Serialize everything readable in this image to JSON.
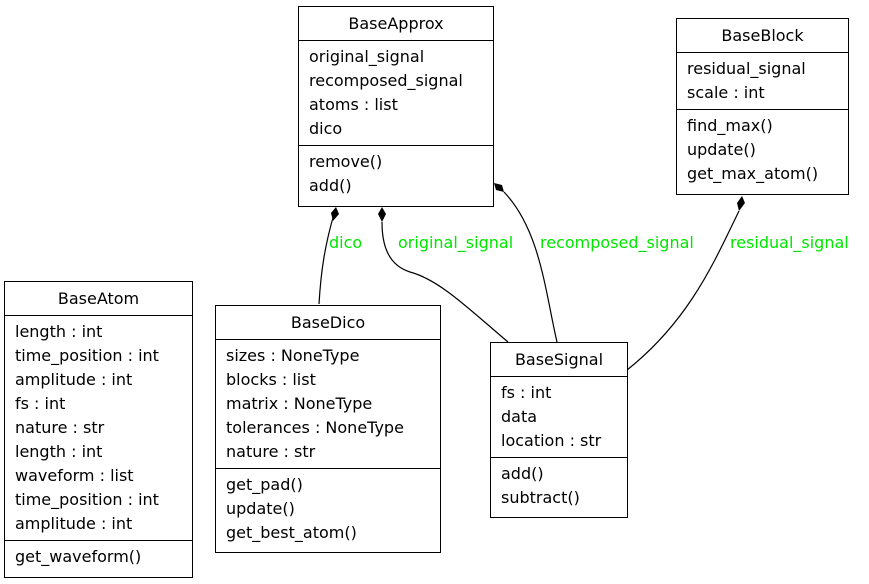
{
  "classes": {
    "base_approx": {
      "name": "BaseApprox",
      "attributes": [
        "original_signal",
        "recomposed_signal",
        "atoms : list",
        "dico"
      ],
      "methods": [
        "remove()",
        "add()"
      ]
    },
    "base_block": {
      "name": "BaseBlock",
      "attributes": [
        "residual_signal",
        "scale : int"
      ],
      "methods": [
        "find_max()",
        "update()",
        "get_max_atom()"
      ]
    },
    "base_atom": {
      "name": "BaseAtom",
      "attributes": [
        "length : int",
        "time_position : int",
        "amplitude : int",
        "fs : int",
        "nature : str",
        "length : int",
        "waveform : list",
        "time_position : int",
        "amplitude : int"
      ],
      "methods": [
        "get_waveform()"
      ]
    },
    "base_dico": {
      "name": "BaseDico",
      "attributes": [
        "sizes : NoneType",
        "blocks : list",
        "matrix : NoneType",
        "tolerances : NoneType",
        "nature : str"
      ],
      "methods": [
        "get_pad()",
        "update()",
        "get_best_atom()"
      ]
    },
    "base_signal": {
      "name": "BaseSignal",
      "attributes": [
        "fs : int",
        "data",
        "location : str"
      ],
      "methods": [
        "add()",
        "subtract()"
      ]
    }
  },
  "edges": {
    "dico": "dico",
    "original_signal": "original_signal",
    "recomposed_signal": "recomposed_signal",
    "residual_signal": "residual_signal"
  },
  "colors": {
    "edge_label": "#00e600",
    "line": "#000000"
  }
}
